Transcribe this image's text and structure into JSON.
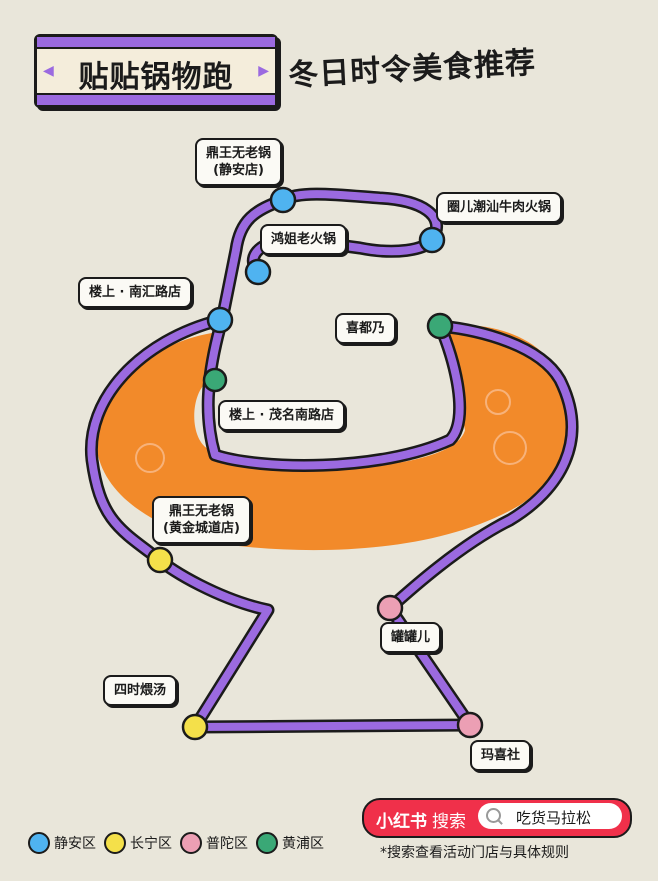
{
  "header": {
    "title": "贴贴锅物跑",
    "subtitle": "冬日时令美食推荐"
  },
  "stores": [
    {
      "name": "鼎王无老锅",
      "branch": "(静安店)",
      "district": "jingan"
    },
    {
      "name": "圈儿潮汕牛肉火锅",
      "branch": "",
      "district": "jingan"
    },
    {
      "name": "鸿姐老火锅",
      "branch": "",
      "district": "jingan"
    },
    {
      "name": "楼上 · 南汇路店",
      "branch": "",
      "district": "jingan"
    },
    {
      "name": "喜都乃",
      "branch": "",
      "district": "huangpu"
    },
    {
      "name": "楼上 · 茂名南路店",
      "branch": "",
      "district": "huangpu"
    },
    {
      "name": "鼎王无老锅",
      "branch": "(黄金城道店)",
      "district": "changning"
    },
    {
      "name": "罐罐儿",
      "branch": "",
      "district": "putuo"
    },
    {
      "name": "四时煨汤",
      "branch": "",
      "district": "changning"
    },
    {
      "name": "玛喜社",
      "branch": "",
      "district": "putuo"
    }
  ],
  "legend": [
    {
      "label": "静安区",
      "color": "#4fb3f0"
    },
    {
      "label": "长宁区",
      "color": "#f4e04a"
    },
    {
      "label": "普陀区",
      "color": "#ec9fb4"
    },
    {
      "label": "黄浦区",
      "color": "#3aa876"
    }
  ],
  "search": {
    "brand": "小红书",
    "action": "搜索",
    "query": "吃货马拉松"
  },
  "footnote": "*搜索查看活动门店与具体规则",
  "colors": {
    "route": "#9b6ae0",
    "pot": "#f28a2a",
    "background": "#e9e6da"
  }
}
